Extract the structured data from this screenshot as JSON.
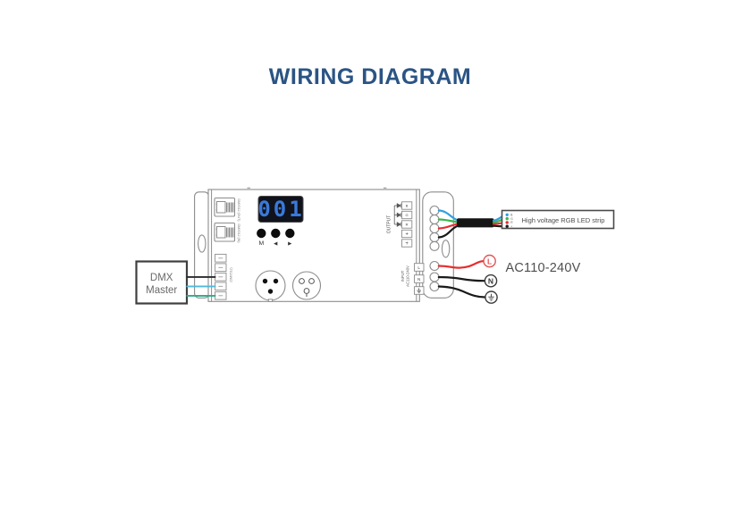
{
  "title": "WIRING DIAGRAM",
  "colors": {
    "title": "#2B5484",
    "display_digit": "#3B79D9",
    "wire_blue": "#2F9FE0",
    "wire_green": "#3BB54A",
    "wire_red": "#E62E30",
    "wire_black": "#1A1A1A",
    "wire_cyan": "#4FB9DC",
    "wire_teal": "#2FAA8C",
    "dmx_wire_dark": "#2B2B2B",
    "live_red": "#E05252",
    "outline_gray": "#8C8C8C",
    "text_gray": "#4F4F4F"
  },
  "device": {
    "display_value": "001",
    "buttons": [
      "M",
      "◀",
      "▶"
    ],
    "rj45": [
      "DMX512 (OUT)",
      "DMX512 (IN)"
    ],
    "dmx_block_label": "(DMX512)",
    "output": {
      "label": "OUTPUT",
      "terminals": [
        "B",
        "G",
        "R",
        "+",
        "+"
      ]
    },
    "input": {
      "label_line1": "INPUT",
      "label_line2": "AC110-240V",
      "terminals": [
        "L",
        "N",
        "⏚"
      ]
    }
  },
  "dmx_master": {
    "line1": "DMX",
    "line2": "Master"
  },
  "led_strip": {
    "label": "High voltage RGB LED strip",
    "pins": [
      "B",
      "G",
      "R",
      "+"
    ]
  },
  "power": {
    "label": "AC110-240V",
    "terminals": [
      "L",
      "N",
      "⏚"
    ]
  }
}
